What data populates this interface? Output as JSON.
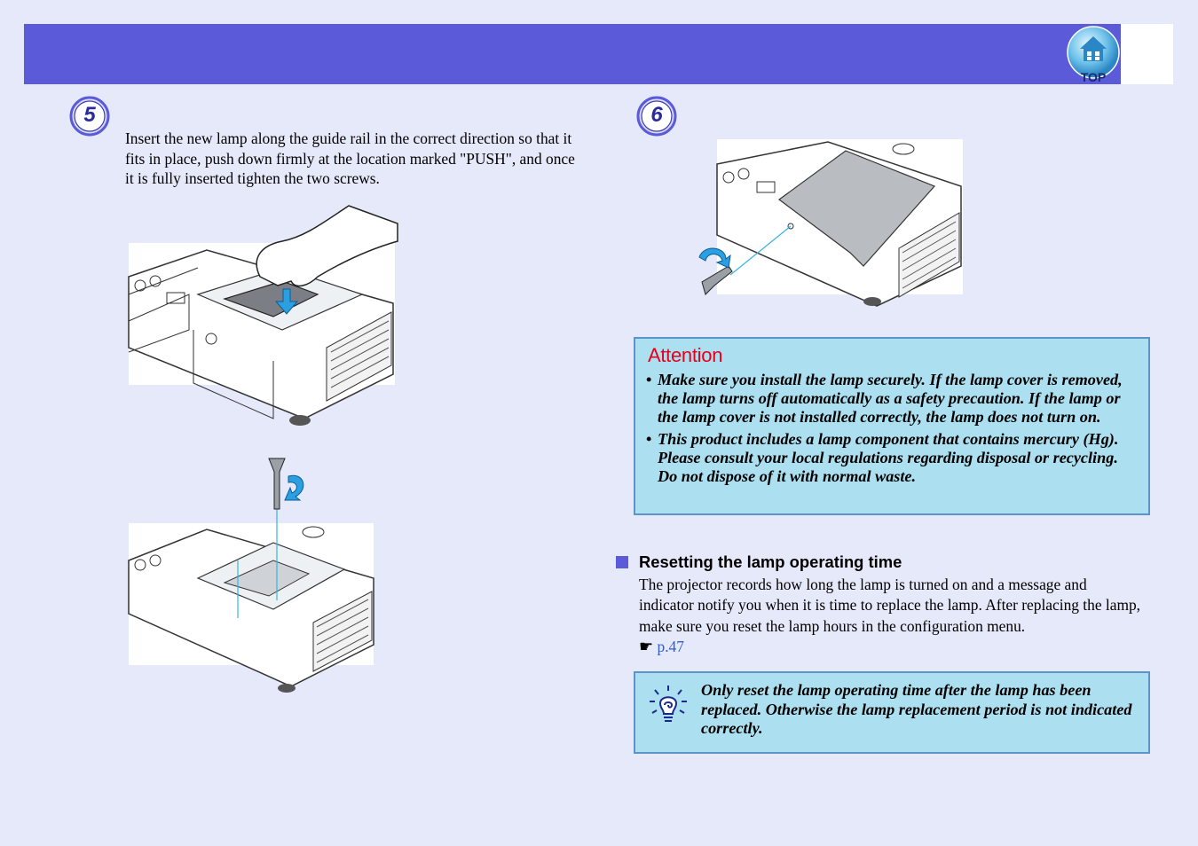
{
  "header": {
    "top_button_label": "TOP"
  },
  "colors": {
    "header_bar": "#5b5bd9",
    "box_fill": "#acdff0",
    "box_border": "#5b94c9",
    "attention_title": "#e8001c",
    "link": "#2a5fd8"
  },
  "step5": {
    "number": "5",
    "text": "Insert the new lamp along the guide rail in the correct direction so that it fits in place, push down firmly at the location marked \"PUSH\", and once it is fully inserted tighten the two screws."
  },
  "step6": {
    "number": "6"
  },
  "attention": {
    "title": "Attention",
    "items": [
      "Make sure you install the lamp securely.  If the lamp cover is removed, the lamp turns off automatically as a safety precaution.  If the lamp or the lamp cover is not installed correctly, the lamp does not turn on.",
      "This product includes a lamp component that contains mercury (Hg). Please consult your local regulations regarding disposal or recycling. Do not dispose of it with normal waste."
    ]
  },
  "reset_section": {
    "heading": "Resetting the lamp operating time",
    "body": "The projector records how long the lamp is turned on and a message and indicator notify you when it is time to replace the lamp.  After replacing the lamp, make sure you reset the lamp hours in the configuration menu.",
    "pointer_glyph": "☛",
    "ref_link": "p.47"
  },
  "tip": {
    "icon": "lightbulb-tip-icon",
    "text": "Only reset the lamp operating time after the lamp has been replaced.  Otherwise the lamp replacement period is not indicated correctly."
  }
}
